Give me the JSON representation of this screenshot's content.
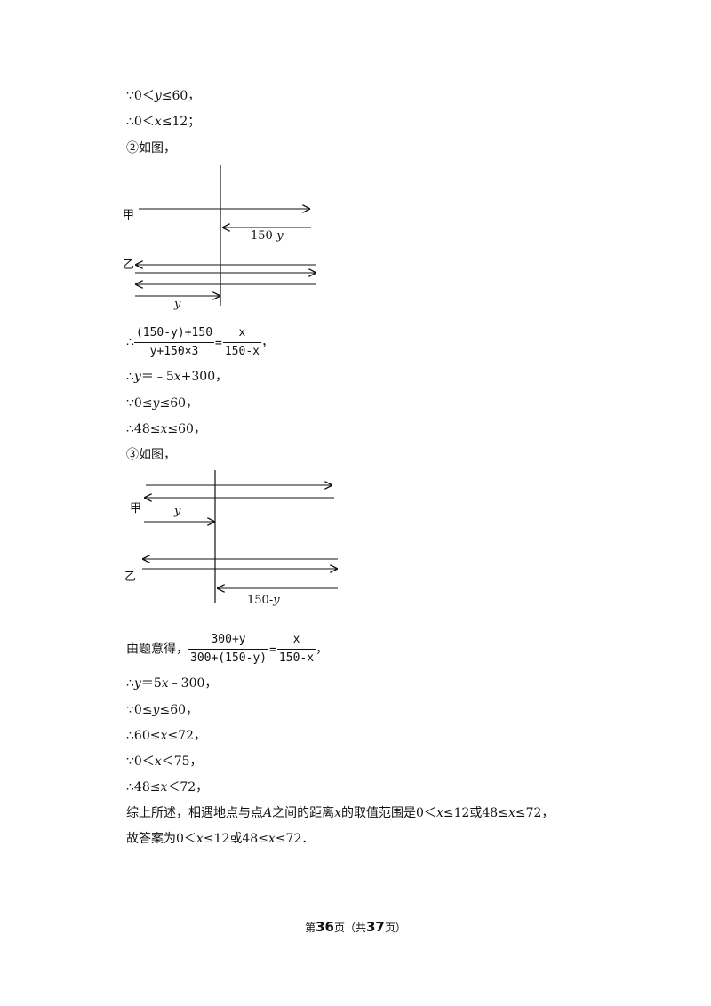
{
  "lines": {
    "l1": {
      "a": "∵0＜",
      "v": "y",
      "b": "≤60，"
    },
    "l2": {
      "a": "∴0＜",
      "v": "x",
      "b": "≤12；"
    },
    "l3": {
      "a": "②如图，"
    },
    "l4": {
      "a": "∴",
      "num": "(150-y)+150",
      "den": "y+150×3",
      "eq": "=",
      "num2": "x",
      "den2": "150-x",
      "b": "，"
    },
    "l5": {
      "a": "∴",
      "v": "y",
      "b": "＝﹣5",
      "v2": "x",
      "c": "+300，"
    },
    "l6": {
      "a": "∵0≤",
      "v": "y",
      "b": "≤60，"
    },
    "l7": {
      "a": "∴48≤",
      "v": "x",
      "b": "≤60，"
    },
    "l8": {
      "a": "③如图，"
    },
    "l9": {
      "a": "由题意得，",
      "num": "300+y",
      "den": "300+(150-y)",
      "eq": "=",
      "num2": "x",
      "den2": "150-x",
      "b": "，"
    },
    "l10": {
      "a": "∴",
      "v": "y",
      "b": "＝5",
      "v2": "x",
      "c": "﹣300，"
    },
    "l11": {
      "a": "∵0≤",
      "v": "y",
      "b": "≤60，"
    },
    "l12": {
      "a": "∴60≤",
      "v": "x",
      "b": "≤72，"
    },
    "l13": {
      "a": "∵0＜",
      "v": "x",
      "b": "＜75，"
    },
    "l14": {
      "a": "∴48≤",
      "v": "x",
      "b": "＜72，"
    },
    "l15": {
      "a": "综上所述，相遇地点与点",
      "v": "A",
      "b": "之间的距离",
      "v2": "x",
      "c": "的取值范围是0＜",
      "v3": "x",
      "d": "≤12或48≤",
      "v4": "x",
      "e": "≤72，"
    },
    "l16": {
      "a": "故答案为0＜",
      "v": "x",
      "b": "≤12或48≤",
      "v2": "x",
      "c": "≤72．"
    }
  },
  "figure1": {
    "label_jia": "甲",
    "label_yi": "乙",
    "label_len": "150-",
    "label_len_var": "y",
    "label_y": "y"
  },
  "figure2": {
    "label_jia": "甲",
    "label_yi": "乙",
    "label_y": "y",
    "label_len": "150-",
    "label_len_var": "y"
  },
  "footer": {
    "pre": "第",
    "page": "36",
    "mid": "页（共",
    "total": "37",
    "post": "页）"
  }
}
